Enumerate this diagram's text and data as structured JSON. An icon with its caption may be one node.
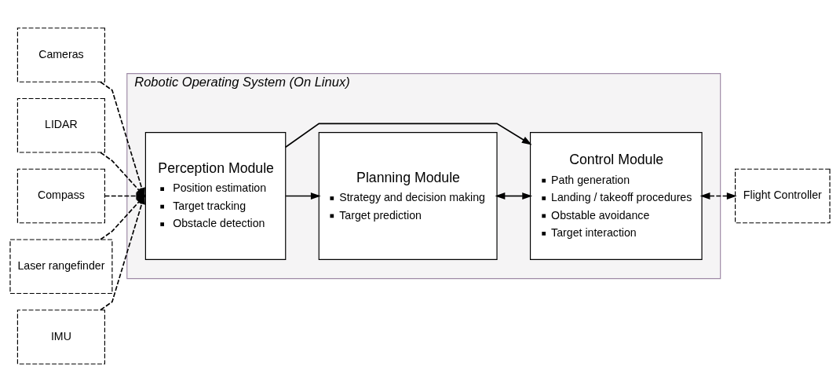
{
  "diagram": {
    "nodes": [
      {
        "text": [
          "Cameras"
        ]
      },
      {
        "text": [
          "LIDAR"
        ]
      },
      {
        "text": [
          "Compass"
        ]
      },
      {
        "text": [
          "Laser rangefinder"
        ]
      },
      {
        "text": [
          "IMU"
        ]
      },
      {
        "text": [
          "Robotic Operating System (On Linux)"
        ]
      },
      {
        "text": [
          "Perception Module",
          "Position estimation",
          "Target tracking",
          "Obstacle detection"
        ],
        "in": 5
      },
      {
        "text": [
          "Planning Module",
          "Strategy and decision making",
          "Target prediction"
        ],
        "in": 5
      },
      {
        "text": [
          "Control Module",
          "Path generation",
          "Landing / takeoff procedures",
          "Obstable avoidance",
          "Target interaction"
        ],
        "in": 5
      },
      {
        "text": [
          "Flight Controller"
        ]
      }
    ],
    "edges": [
      {
        "from": 0,
        "to": 6,
        "arrow": "to",
        "style": "dashed"
      },
      {
        "from": 1,
        "to": 6,
        "arrow": "to",
        "style": "dashed"
      },
      {
        "from": 2,
        "to": 6,
        "arrow": "to",
        "style": "dashed"
      },
      {
        "from": 3,
        "to": 6,
        "arrow": "to",
        "style": "dashed"
      },
      {
        "from": 4,
        "to": 6,
        "arrow": "to",
        "style": "dashed"
      },
      {
        "from": 6,
        "to": 7,
        "arrow": "to"
      },
      {
        "from": 7,
        "to": 8,
        "arrow": "both"
      },
      {
        "from": 6,
        "to": 8,
        "arrow": "to"
      },
      {
        "from": 8,
        "to": 9,
        "arrow": "both",
        "style": "dashed"
      }
    ]
  }
}
